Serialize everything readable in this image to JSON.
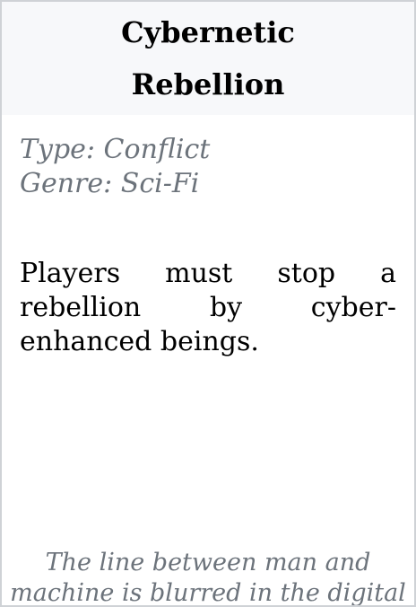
{
  "card": {
    "title": "Cybernetic Rebellion",
    "type": "Type: Conflict",
    "genre": "Genre: Sci-Fi",
    "description": "Players must stop a rebellion by cyber-enhanced beings.",
    "flavor": "The line between man and machine is blurred in the digital"
  }
}
